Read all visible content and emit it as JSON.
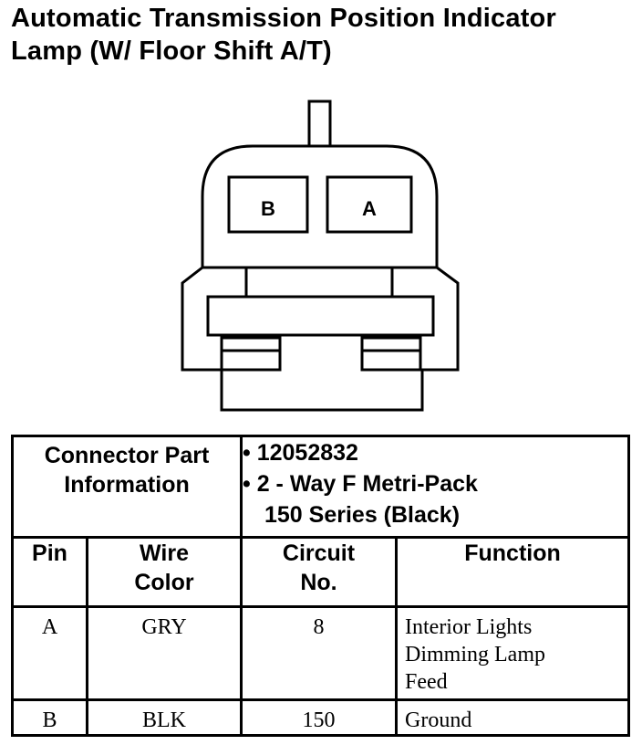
{
  "title": {
    "line1": "Automatic Transmission Position Indicator",
    "line2": "Lamp (W/ Floor Shift A/T)"
  },
  "connector": {
    "cavity_left_label": "B",
    "cavity_right_label": "A"
  },
  "part_info": {
    "label_line1": "Connector Part",
    "label_line2": "Information",
    "part_number": "12052832",
    "description_line1": "2 - Way F Metri-Pack",
    "description_line2": "150 Series (Black)"
  },
  "columns": {
    "pin": "Pin",
    "wire_color_line1": "Wire",
    "wire_color_line2": "Color",
    "circuit_line1": "Circuit",
    "circuit_line2": "No.",
    "function": "Function"
  },
  "rows": [
    {
      "pin": "A",
      "wire_color": "GRY",
      "circuit": "8",
      "function_lines": [
        "Interior Lights",
        "Dimming Lamp",
        "Feed"
      ]
    },
    {
      "pin": "B",
      "wire_color": "BLK",
      "circuit": "150",
      "function_lines": [
        "Ground"
      ]
    }
  ]
}
